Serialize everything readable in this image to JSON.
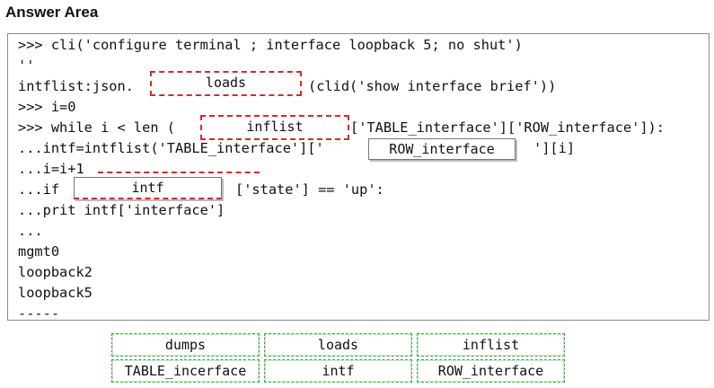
{
  "header": {
    "title": "Answer Area"
  },
  "code": {
    "l1": ">>> cli('configure terminal ; interface loopback 5; no shut')",
    "l2": "''",
    "l3_pre": "intflist:json.",
    "l3_post": "(clid('show interface brief'))",
    "l4": ">>> i=0",
    "l5_pre": ">>> while i < len (",
    "l5_post": "['TABLE_interface']['ROW_interface']):",
    "l6_pre": "...intf=intflist('TABLE_interface']['",
    "l6_post": "'][i]",
    "l7": "...i=i+1",
    "l8_pre": "...if",
    "l8_post": "['state'] == 'up':",
    "l9": "...prit intf['interface']",
    "l10": "...",
    "l11": "mgmt0",
    "l12": "loopback2",
    "l13": "loopback5",
    "l14": "-----"
  },
  "slots": {
    "slot1": "loads",
    "slot2": "inflist",
    "slot3": "ROW_interface",
    "slot4": "intf"
  },
  "choices": [
    "dumps",
    "loads",
    "inflist",
    "TABLE_incerface",
    "intf",
    "ROW_interface"
  ],
  "colors": {
    "filled_slot_border": "#d42a2a",
    "choice_border": "#3fa348"
  }
}
